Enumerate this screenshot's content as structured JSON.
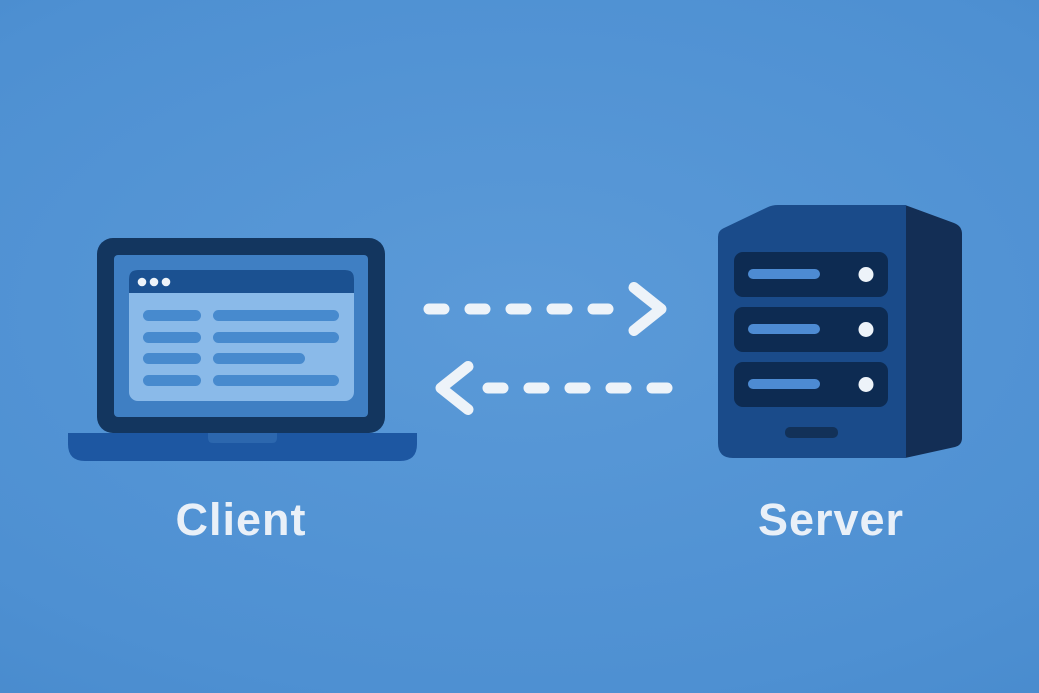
{
  "nodes": [
    {
      "id": "client",
      "label": "Client",
      "icon": "laptop-icon"
    },
    {
      "id": "server",
      "label": "Server",
      "icon": "server-icon"
    }
  ],
  "connections": [
    {
      "name": "request-arrow",
      "from": "client",
      "to": "server",
      "style": "dashed",
      "direction": "right"
    },
    {
      "name": "response-arrow",
      "from": "server",
      "to": "client",
      "style": "dashed",
      "direction": "left"
    }
  ],
  "icons": {
    "client": "laptop-icon",
    "server": "server-icon",
    "browser_dots": "window-buttons-icon",
    "server_leds": "led-indicator-icon"
  },
  "colors": {
    "bg_center": "#5b9ad8",
    "bg_mid": "#4e90d2",
    "bg_edge": "#4083c6",
    "laptop_outline": "#13365f",
    "laptop_screen": "#3f7fc3",
    "browser_bg": "#8abae9",
    "browser_titlebar": "#1b5191",
    "browser_bar": "#478ace",
    "laptop_base": "#1d57a2",
    "laptop_notch": "#2c67ae",
    "server_front": "#1a4b8a",
    "server_side": "#132e55",
    "server_slot": "#0d2b52",
    "server_pill": "#4d8bd3",
    "server_vent": "#123158",
    "accent_white": "#edf3f9",
    "label_text": "#e9f0f8"
  }
}
